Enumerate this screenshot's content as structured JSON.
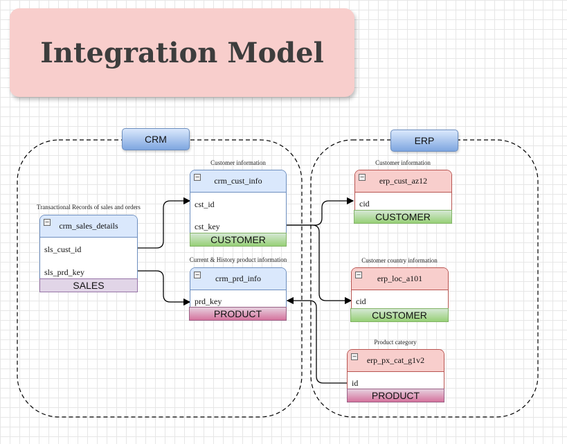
{
  "title": "Integration Model",
  "groups": {
    "crm": "CRM",
    "erp": "ERP"
  },
  "captions": {
    "sales": "Transactional Records of sales and orders",
    "crm_cust": "Customer information",
    "crm_prd": "Current & History product information",
    "erp_cust": "Customer information",
    "erp_loc": "Customer country information",
    "erp_cat": "Product category"
  },
  "tables": {
    "crm_sales_details": {
      "name": "crm_sales_details",
      "rows": [
        "sls_cust_id",
        "sls_prd_key"
      ],
      "tag": "SALES"
    },
    "crm_cust_info": {
      "name": "crm_cust_info",
      "rows": [
        "cst_id",
        "cst_key"
      ],
      "tag": "CUSTOMER"
    },
    "crm_prd_info": {
      "name": "crm_prd_info",
      "rows": [
        "prd_key"
      ],
      "tag": "PRODUCT"
    },
    "erp_cust_az12": {
      "name": "erp_cust_az12",
      "rows": [
        "cid"
      ],
      "tag": "CUSTOMER"
    },
    "erp_loc_a101": {
      "name": "erp_loc_a101",
      "rows": [
        "cid"
      ],
      "tag": "CUSTOMER"
    },
    "erp_px_cat_g1v2": {
      "name": "erp_px_cat_g1v2",
      "rows": [
        "id"
      ],
      "tag": "PRODUCT"
    }
  },
  "colors": {
    "blue_header": "#dae8fc",
    "red_header": "#f8cecc",
    "customer_tag": "#97d077",
    "sales_tag": "#e1d5e7",
    "product_tag": "#d5739d"
  }
}
